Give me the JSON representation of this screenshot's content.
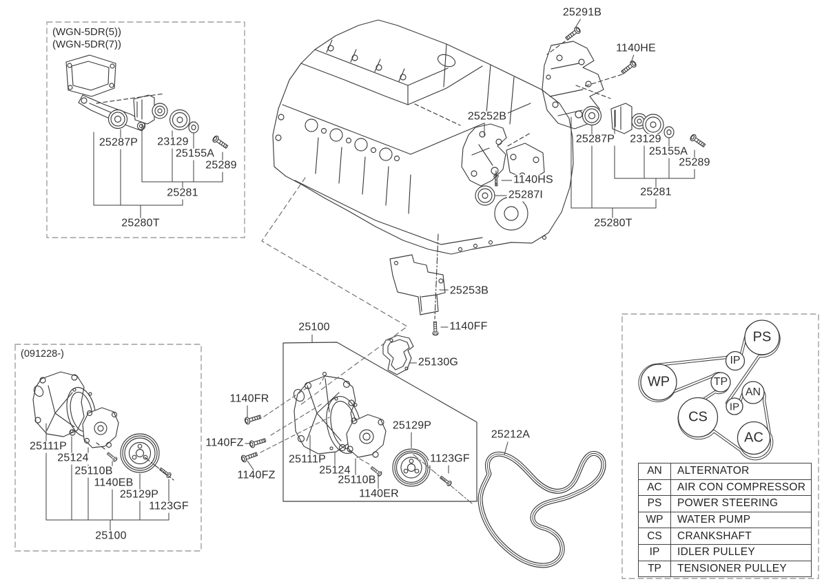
{
  "colors": {
    "line": "#3b3b3b",
    "dash_box": "#8a8a8a",
    "background": "#ffffff",
    "text": "#2d2d2d"
  },
  "top_left_box": {
    "variant_line_1": "(WGN-5DR(5))",
    "variant_line_2": "(WGN-5DR(7))",
    "labels": {
      "pulley": "25287P",
      "idler": "23129",
      "washer": "25155A",
      "bolt": "25289",
      "tensioner_assy": "25281",
      "bracket_assy": "25280T"
    }
  },
  "top_right_group": {
    "labels": {
      "bracket_bolt": "25291B",
      "tensioner_bolt": "1140HE",
      "pulley": "25287P",
      "idler": "23129",
      "washer": "25155A",
      "bolt": "25289",
      "tensioner_assy": "25281",
      "bracket_assy": "25280T"
    }
  },
  "center_group": {
    "labels": {
      "support_bracket": "25252B",
      "support_bolt": "1140HS",
      "idler_pulley": "25287I",
      "protector": "25253B",
      "protector_bolt": "1140FF",
      "gasket_inlet": "25130G",
      "pump_assy": "25100",
      "bolt_fr": "1140FR",
      "bolt_fz_1": "1140FZ",
      "bolt_fz_2": "1140FZ",
      "housing": "25111P",
      "gasket": "25124",
      "pump": "25110B",
      "bolt_er": "1140ER",
      "pulley": "25129P",
      "bolt_gf": "1123GF",
      "belt": "25212A"
    }
  },
  "bottom_left_box": {
    "variant": "(091228-)",
    "labels": {
      "housing": "25111P",
      "gasket": "25124",
      "pump": "25110B",
      "bolt_eb": "1140EB",
      "pulley": "25129P",
      "bolt_gf": "1123GF",
      "pump_assy": "25100"
    }
  },
  "belt_diagram": {
    "pulleys": [
      {
        "code": "PS"
      },
      {
        "code": "IP"
      },
      {
        "code": "WP"
      },
      {
        "code": "TP"
      },
      {
        "code": "AN"
      },
      {
        "code": "IP"
      },
      {
        "code": "CS"
      },
      {
        "code": "AC"
      }
    ],
    "legend": [
      {
        "code": "AN",
        "name": "ALTERNATOR"
      },
      {
        "code": "AC",
        "name": "AIR CON COMPRESSOR"
      },
      {
        "code": "PS",
        "name": "POWER STEERING"
      },
      {
        "code": "WP",
        "name": "WATER PUMP"
      },
      {
        "code": "CS",
        "name": "CRANKSHAFT"
      },
      {
        "code": "IP",
        "name": "IDLER PULLEY"
      },
      {
        "code": "TP",
        "name": "TENSIONER PULLEY"
      }
    ]
  }
}
